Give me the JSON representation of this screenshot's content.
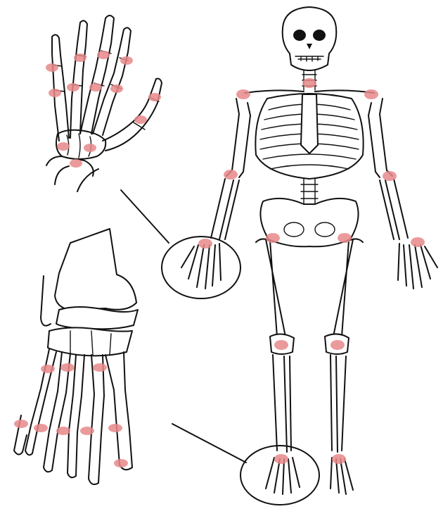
{
  "figure": {
    "views": [
      "hand-detail",
      "foot-detail",
      "full-skeleton"
    ],
    "highlight_color": "#e8888a",
    "line_color": "#111111",
    "background": "#ffffff"
  }
}
